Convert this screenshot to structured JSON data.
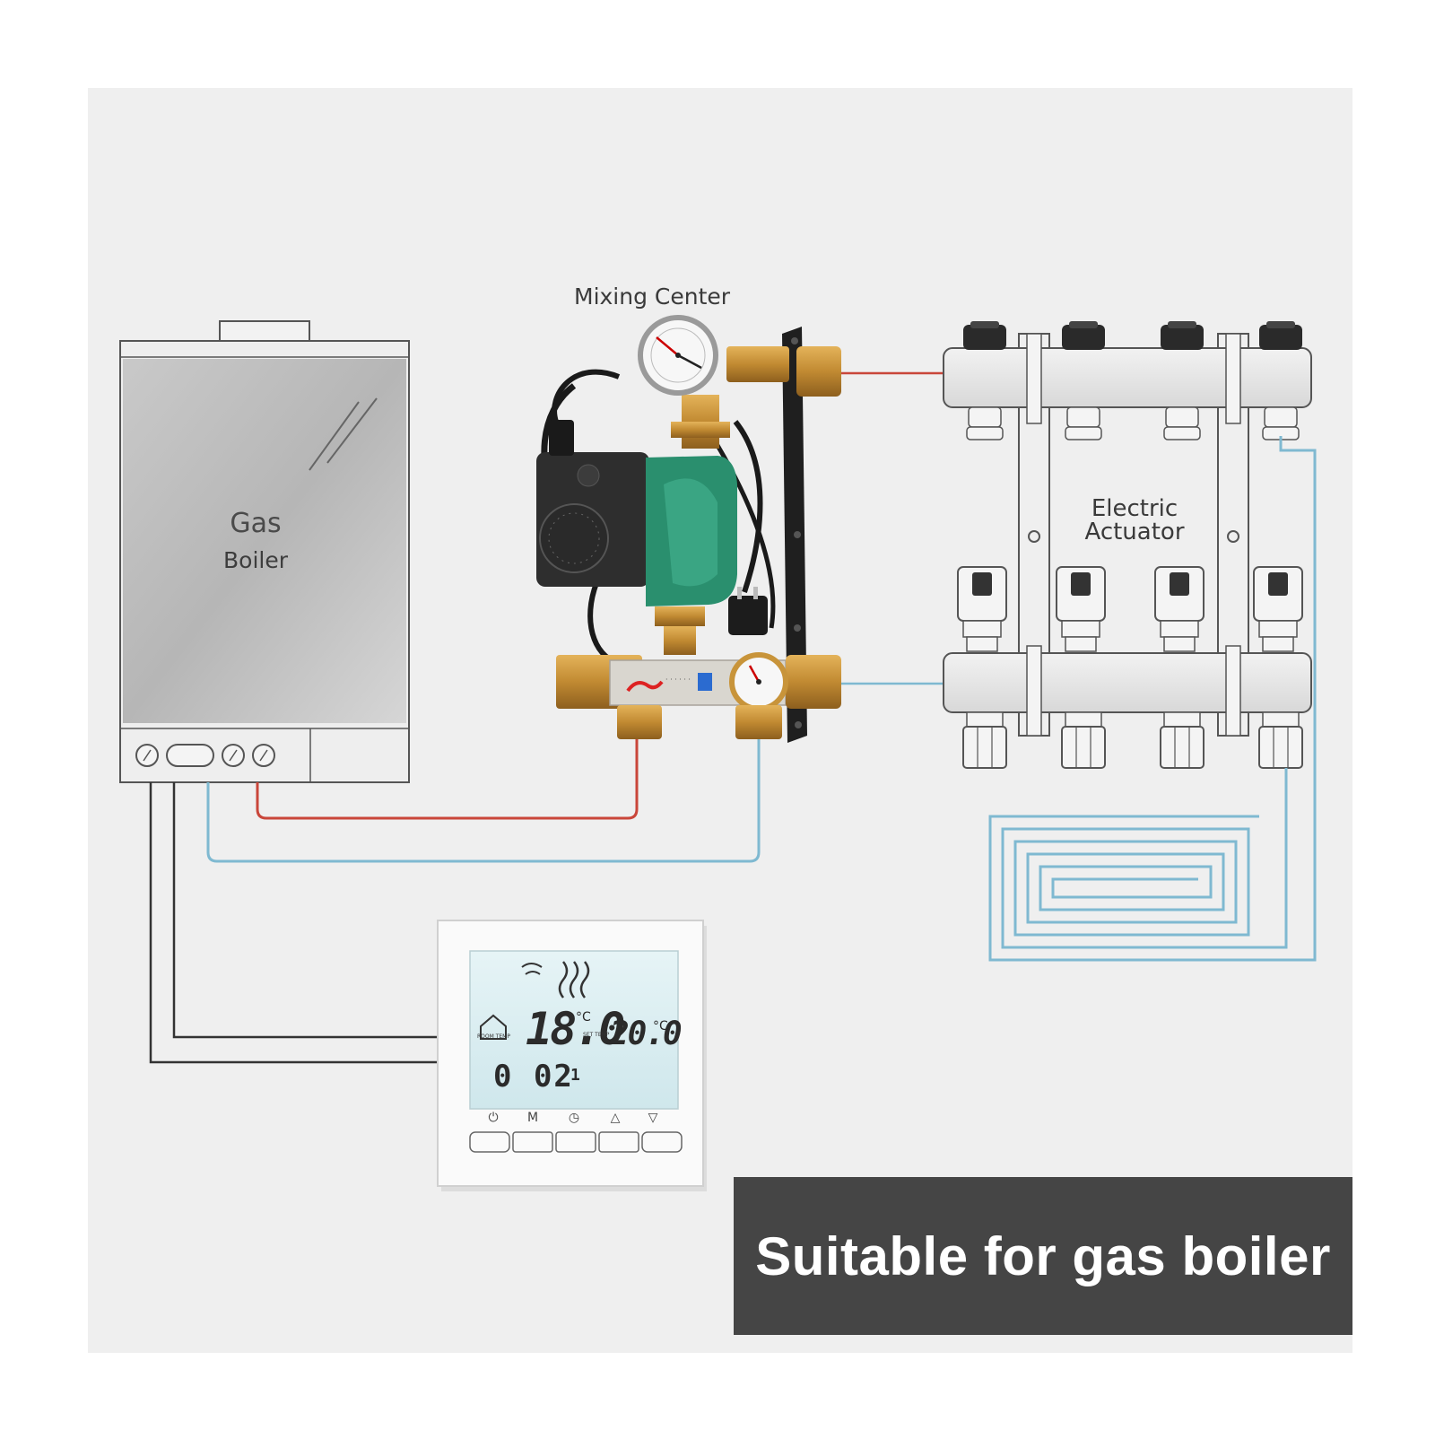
{
  "labels": {
    "mixing_center": "Mixing Center",
    "gas": "Gas",
    "boiler": "Boiler",
    "electric": "Electric",
    "actuator": "Actuator",
    "banner": "Suitable for gas boiler"
  },
  "thermostat": {
    "room_temp": "18.0",
    "room_unit": "°C",
    "room_caption": "ROOM TEMP",
    "set_temp": "20.0",
    "set_unit": "°C",
    "set_caption": "SET TEMP",
    "clock": "0 02",
    "day": "1",
    "buttons": [
      "power-icon",
      "M",
      "clock-icon",
      "up-triangle-icon",
      "down-triangle-icon"
    ],
    "button_m": "M"
  },
  "colors": {
    "background_panel": "#efefef",
    "hot_pipe": "#c9463a",
    "cold_pipe": "#7fb9d1",
    "banner_bg": "#454545",
    "pump_green": "#2a8f6e",
    "brass": "#c8943a",
    "lcd": "#d9eef2"
  }
}
